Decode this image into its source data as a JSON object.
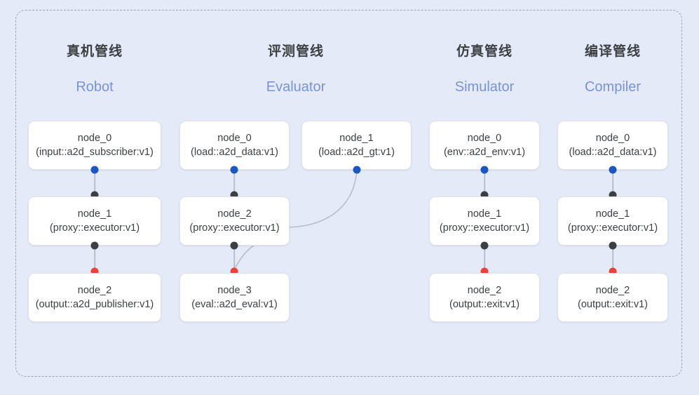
{
  "canvas": {
    "background_color": "#e4eaf7",
    "frame": {
      "style": "dashed",
      "color": "#9aa3b2"
    }
  },
  "palette": {
    "port_input": "#1a56c4",
    "port_internal": "#3c4043",
    "port_output": "#ea4335",
    "edge": "#b9bfc9",
    "node_fill": "#ffffff",
    "node_border": "#dfe3e8",
    "title_cn": "#3c4043",
    "title_en": "#7b93d6"
  },
  "columns": [
    {
      "title_cn": "真机管线",
      "title_en": "Robot",
      "nodes": [
        {
          "name": "node_0",
          "spec": "(input::a2d_subscriber:v1)"
        },
        {
          "name": "node_1",
          "spec": "(proxy::executor:v1)"
        },
        {
          "name": "node_2",
          "spec": "(output::a2d_publisher:v1)"
        }
      ]
    },
    {
      "title_cn": "评测管线",
      "title_en": "Evaluator",
      "nodes": [
        {
          "name": "node_0",
          "spec": "(load::a2d_data:v1)"
        },
        {
          "name": "node_2",
          "spec": "(proxy::executor:v1)"
        },
        {
          "name": "node_3",
          "spec": "(eval::a2d_eval:v1)"
        },
        {
          "name": "node_1",
          "spec": "(load::a2d_gt:v1)"
        }
      ]
    },
    {
      "title_cn": "仿真管线",
      "title_en": "Simulator",
      "nodes": [
        {
          "name": "node_0",
          "spec": "(env::a2d_env:v1)"
        },
        {
          "name": "node_1",
          "spec": "(proxy::executor:v1)"
        },
        {
          "name": "node_2",
          "spec": "(output::exit:v1)"
        }
      ]
    },
    {
      "title_cn": "编译管线",
      "title_en": "Compiler",
      "nodes": [
        {
          "name": "node_0",
          "spec": "(load::a2d_data:v1)"
        },
        {
          "name": "node_1",
          "spec": "(proxy::executor:v1)"
        },
        {
          "name": "node_2",
          "spec": "(output::exit:v1)"
        }
      ]
    }
  ]
}
